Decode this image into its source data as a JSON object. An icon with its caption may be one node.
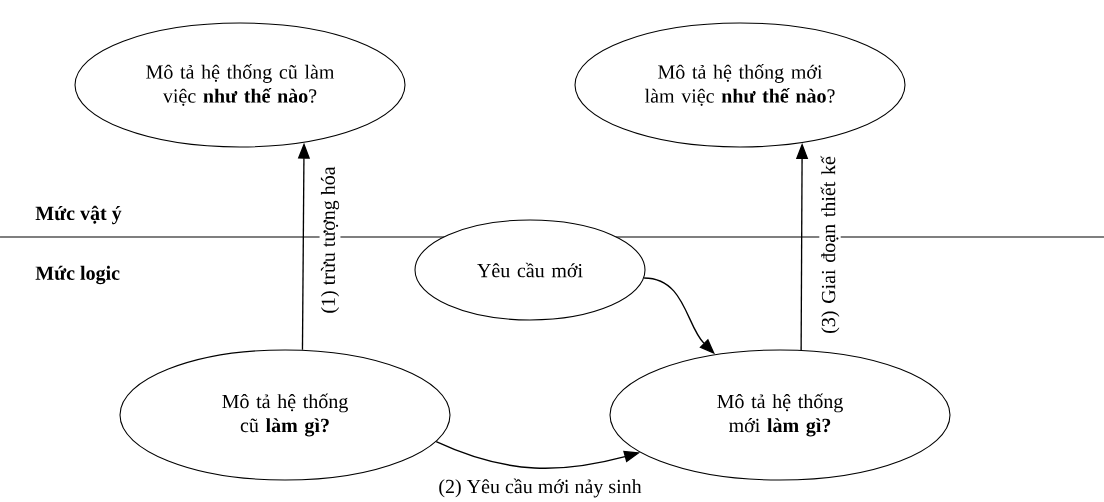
{
  "diagram": {
    "nodes": [
      {
        "text": [
          "Mô tả hệ thống cũ làm việc **như thế nào**?"
        ]
      },
      {
        "text": [
          "Mô tả hệ thống mới làm việc **như thế nào**?"
        ]
      },
      {
        "text": [
          "Yêu cầu mới"
        ]
      },
      {
        "text": [
          "Mô tả hệ thống cũ **làm gì?**"
        ]
      },
      {
        "text": [
          "Mô tả hệ thống mới **làm gì?**"
        ]
      }
    ],
    "edges": [
      {
        "from": 3,
        "to": 0,
        "arrow": "to",
        "label": "(1) trừu tượng hóa"
      },
      {
        "from": 3,
        "to": 4,
        "arrow": "to",
        "label": "(2) Yêu cầu mới nảy sinh"
      },
      {
        "from": 4,
        "to": 1,
        "arrow": "to",
        "label": "(3) Giai đoạn thiết kế"
      },
      {
        "from": 2,
        "to": 4,
        "arrow": "to"
      }
    ],
    "labels": [
      "Mức vật ý",
      "Mức logic"
    ]
  }
}
